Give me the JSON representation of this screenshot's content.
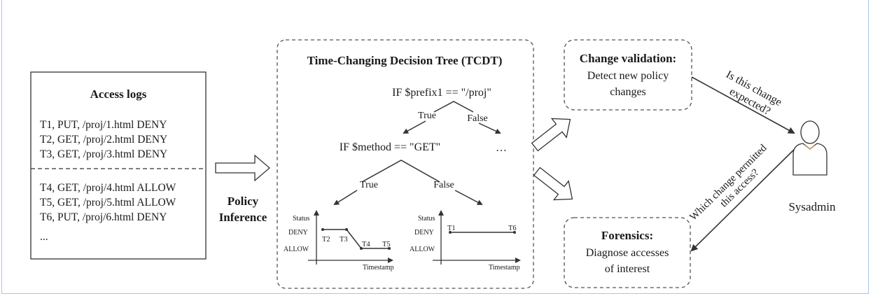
{
  "access_logs": {
    "title": "Access logs",
    "entries_top": [
      "T1, PUT, /proj/1.html DENY",
      "T2, GET, /proj/2.html DENY",
      "T3, GET, /proj/3.html DENY"
    ],
    "entries_bottom": [
      "T4, GET, /proj/4.html ALLOW",
      "T5, GET, /proj/5.html ALLOW",
      "T6, PUT, /proj/6.html DENY"
    ],
    "ellipsis": "..."
  },
  "policy_inference": {
    "line1": "Policy",
    "line2": "Inference"
  },
  "tcdt": {
    "title": "Time-Changing Decision Tree (TCDT)",
    "root_condition": "IF $prefix1 == \"/proj\"",
    "root_true": "True",
    "root_false": "False",
    "child_condition": "IF $method == \"GET\"",
    "child_false_ellipsis": "…",
    "child_true": "True",
    "child_false": "False",
    "left_plot": {
      "ylabel": "Status",
      "deny": "DENY",
      "allow": "ALLOW",
      "xlabel": "Timestamp",
      "marks": [
        "T2",
        "T3",
        "T4",
        "T5"
      ]
    },
    "right_plot": {
      "ylabel": "Status",
      "deny": "DENY",
      "allow": "ALLOW",
      "xlabel": "Timestamp",
      "marks": [
        "T1",
        "T6"
      ]
    }
  },
  "change_validation": {
    "title": "Change validation:",
    "line1": "Detect new policy",
    "line2": "changes"
  },
  "forensics": {
    "title": "Forensics:",
    "line1": "Diagnose accesses",
    "line2": "of interest"
  },
  "question_top": {
    "line1": "Is this change",
    "line2": "expected?"
  },
  "question_bottom": {
    "line1": "Which change permitted",
    "line2": "this access?"
  },
  "sysadmin": {
    "label": "Sysadmin"
  },
  "colors": {
    "frame": "#a9c7ea",
    "stroke": "#3a3a3a",
    "dashed": "#555555"
  }
}
